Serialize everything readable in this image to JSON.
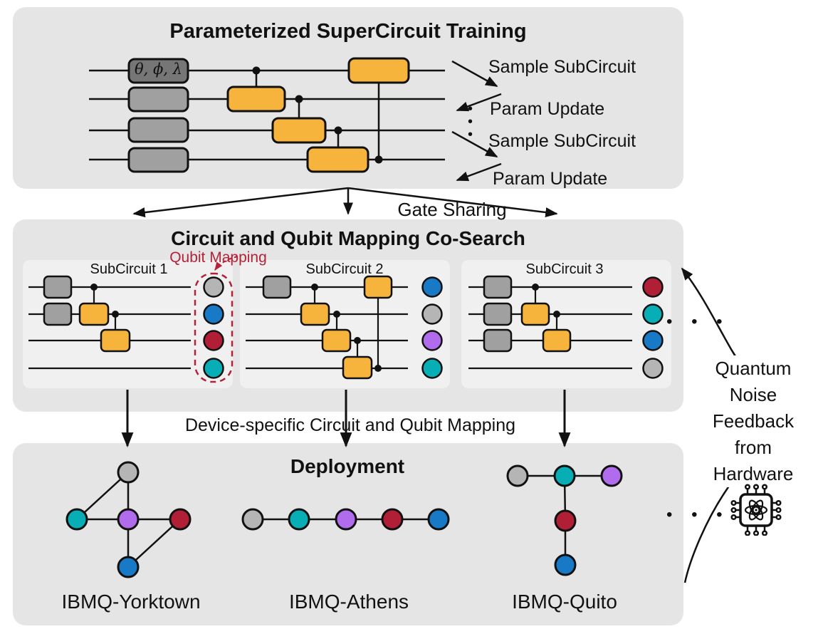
{
  "top_panel": {
    "title": "Parameterized SuperCircuit Training",
    "param_gate_label": "θ, ϕ, λ",
    "annotations": {
      "sample1": "Sample SubCircuit",
      "update1": "Param Update",
      "sample2": "Sample SubCircuit",
      "update2": "Param Update",
      "vdots": "•\n•\n•"
    }
  },
  "gate_sharing_label": "Gate Sharing",
  "cosearch_panel": {
    "title": "Circuit and Qubit Mapping Co-Search",
    "qubit_mapping_label": "Qubit Mapping",
    "subcircuit1": {
      "label": "SubCircuit 1",
      "qubit_colors": [
        "#b5b5b5",
        "#1879c6",
        "#b01f35",
        "#08aeb5"
      ]
    },
    "subcircuit2": {
      "label": "SubCircuit 2",
      "qubit_colors": [
        "#1879c6",
        "#b5b5b5",
        "#b06cec",
        "#08aeb5"
      ]
    },
    "subcircuit3": {
      "label": "SubCircuit 3",
      "qubit_colors": [
        "#b01f35",
        "#08aeb5",
        "#1879c6",
        "#b5b5b5"
      ]
    },
    "ellipsis": "• • •"
  },
  "mapping_arrow_label": "Device-specific Circuit and Qubit Mapping",
  "deployment_panel": {
    "title": "Deployment",
    "device1": {
      "label": "IBMQ-Yorktown",
      "node_colors": [
        "#b5b5b5",
        "#08aeb5",
        "#b06cec",
        "#b01f35",
        "#1879c6"
      ]
    },
    "device2": {
      "label": "IBMQ-Athens",
      "node_colors": [
        "#b5b5b5",
        "#08aeb5",
        "#b06cec",
        "#b01f35",
        "#1879c6"
      ]
    },
    "device3": {
      "label": "IBMQ-Quito",
      "node_colors": [
        "#b5b5b5",
        "#08aeb5",
        "#b06cec",
        "#b01f35",
        "#1879c6"
      ]
    },
    "ellipsis": "• • •"
  },
  "feedback_label": "Quantum Noise Feedback from Hardware",
  "colors": {
    "gate_orange": "#f6b43c",
    "gate_gray": "#a0a0a0",
    "gate_darkgray": "#767676",
    "accent_crimson": "#b32239",
    "qubit_gray": "#b5b5b5",
    "qubit_blue": "#1879c6",
    "qubit_crimson": "#b01f35",
    "qubit_teal": "#08aeb5",
    "qubit_purple": "#b06cec"
  }
}
